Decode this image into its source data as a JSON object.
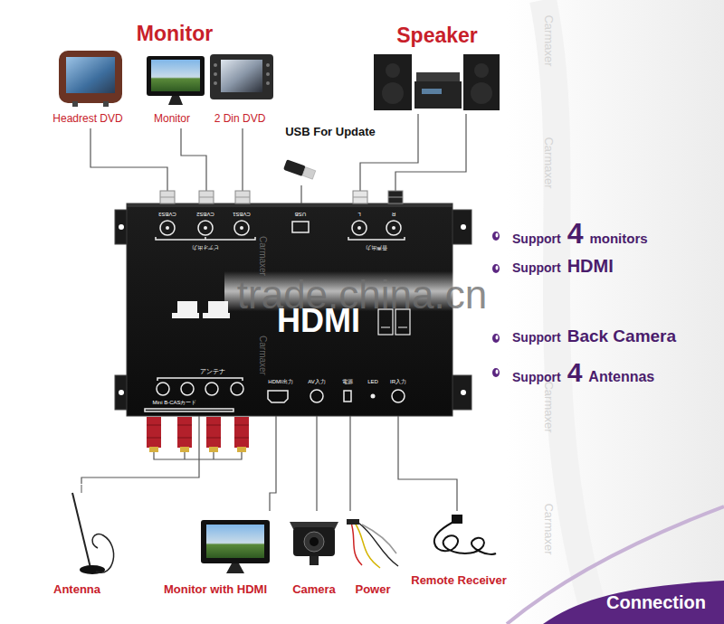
{
  "diagram": {
    "nodes": [
      {
        "text": [
          "Headrest DVD"
        ]
      },
      {
        "text": [
          "Monitor"
        ]
      },
      {
        "text": [
          "2 Din DVD"
        ]
      },
      {
        "text": [
          "USB For Update"
        ]
      },
      {
        "text": [
          "Speaker"
        ]
      },
      {
        "text": [
          "CVBS3",
          "CVBS2",
          "CVBS1",
          "ビデオ出力",
          "USB",
          "L",
          "R",
          "音声出力",
          "Carmaxer",
          "HDMI",
          "アンテナ",
          "Mini B-CASカード",
          "HDMI出力",
          "AV入力",
          "電源",
          "LED",
          "IR入力",
          "Carmaxer"
        ]
      },
      {
        "text": [
          "Antenna"
        ]
      },
      {
        "text": [
          "Monitor with HDMI"
        ]
      },
      {
        "text": [
          "Camera"
        ]
      },
      {
        "text": [
          "Power"
        ]
      },
      {
        "text": [
          "Remote Receiver"
        ]
      },
      {
        "text": [
          "Connection"
        ]
      }
    ],
    "edges": [
      {
        "from": 0,
        "to": 5,
        "arrow": "none"
      },
      {
        "from": 1,
        "to": 5,
        "arrow": "none"
      },
      {
        "from": 2,
        "to": 5,
        "arrow": "none"
      },
      {
        "from": 3,
        "to": 5,
        "arrow": "none"
      },
      {
        "from": 4,
        "to": 5,
        "arrow": "none"
      },
      {
        "from": 4,
        "to": 5,
        "arrow": "none"
      },
      {
        "from": 6,
        "to": 5,
        "arrow": "none"
      },
      {
        "from": 7,
        "to": 5,
        "arrow": "none"
      },
      {
        "from": 8,
        "to": 5,
        "arrow": "none"
      },
      {
        "from": 9,
        "to": 5,
        "arrow": "none"
      },
      {
        "from": 10,
        "to": 5,
        "arrow": "none"
      }
    ],
    "labels": [
      "Monitor",
      "trade.china.cn",
      "Support",
      "4",
      "monitors",
      "Support",
      "HDMI",
      "Support",
      "Back Camera",
      "Support",
      "4",
      "Antennas",
      "Carmaxer",
      "Carmaxer",
      "Carmaxer",
      "Carmaxer"
    ]
  }
}
